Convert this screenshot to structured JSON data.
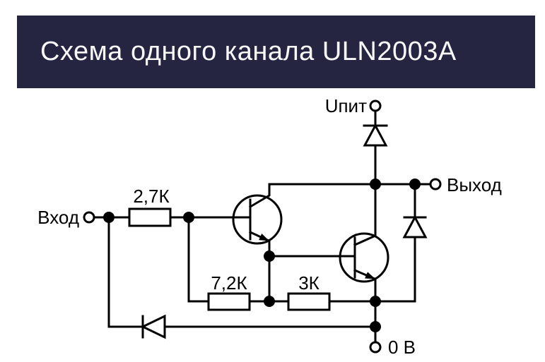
{
  "title": {
    "text": "Схема одного канала ULN2003A"
  },
  "colors": {
    "banner_bg": "#252542",
    "title_text": "#f8f8f8",
    "line": "#000000",
    "label_text": "#000000",
    "background": "#ffffff"
  },
  "diagram": {
    "type": "circuit-schematic",
    "subject": "ULN2003A single channel",
    "terminals": [
      {
        "id": "input",
        "label": "Вход"
      },
      {
        "id": "supply",
        "label": "Uпит"
      },
      {
        "id": "output",
        "label": "Выход"
      },
      {
        "id": "ground",
        "label": "0 В"
      }
    ],
    "components": [
      {
        "id": "r1",
        "type": "resistor",
        "label": "2,7К",
        "position": "input series resistor"
      },
      {
        "id": "r2",
        "type": "resistor",
        "label": "7,2К",
        "position": "first transistor base-emitter resistor"
      },
      {
        "id": "r3",
        "type": "resistor",
        "label": "3К",
        "position": "second transistor base-emitter resistor"
      },
      {
        "id": "q1",
        "type": "npn-transistor",
        "position": "input transistor of Darlington pair"
      },
      {
        "id": "q2",
        "type": "npn-transistor",
        "position": "output transistor of Darlington pair"
      },
      {
        "id": "d1",
        "type": "diode",
        "position": "clamp diode to Uпит, cathode up"
      },
      {
        "id": "d2",
        "type": "diode",
        "position": "output-to-ground diode, cathode up"
      },
      {
        "id": "d3",
        "type": "diode",
        "position": "input protection diode, cathode toward input"
      }
    ]
  }
}
